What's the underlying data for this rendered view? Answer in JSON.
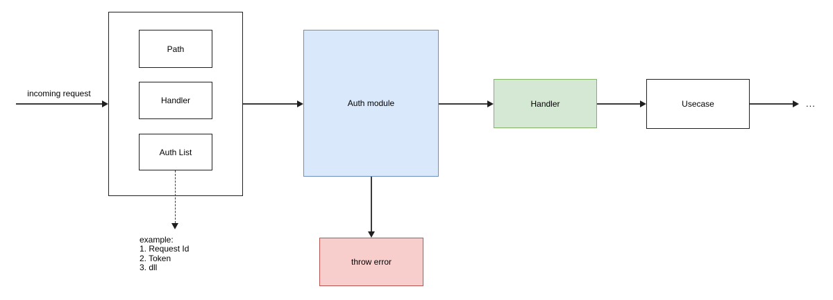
{
  "diagram": {
    "labels": {
      "incoming_request": "incoming request",
      "path": "Path",
      "handler_inner": "Handler",
      "auth_list": "Auth List",
      "auth_module": "Auth module",
      "handler": "Handler",
      "usecase": "Usecase",
      "throw_error": "throw error",
      "continuation": "..."
    },
    "example_note": {
      "text": "example:\n1. Request Id\n2. Token\n3. dll"
    },
    "colors": {
      "auth_module_fill": "#dae8fc",
      "auth_module_border": "#6c8ebf",
      "handler_fill": "#d5e8d4",
      "handler_border": "#82b366",
      "throw_error_fill": "#f8cecc",
      "throw_error_border": "#b85450",
      "plain_box_border": "#1f1f1f",
      "arrow_color": "#3a3a3a"
    }
  }
}
